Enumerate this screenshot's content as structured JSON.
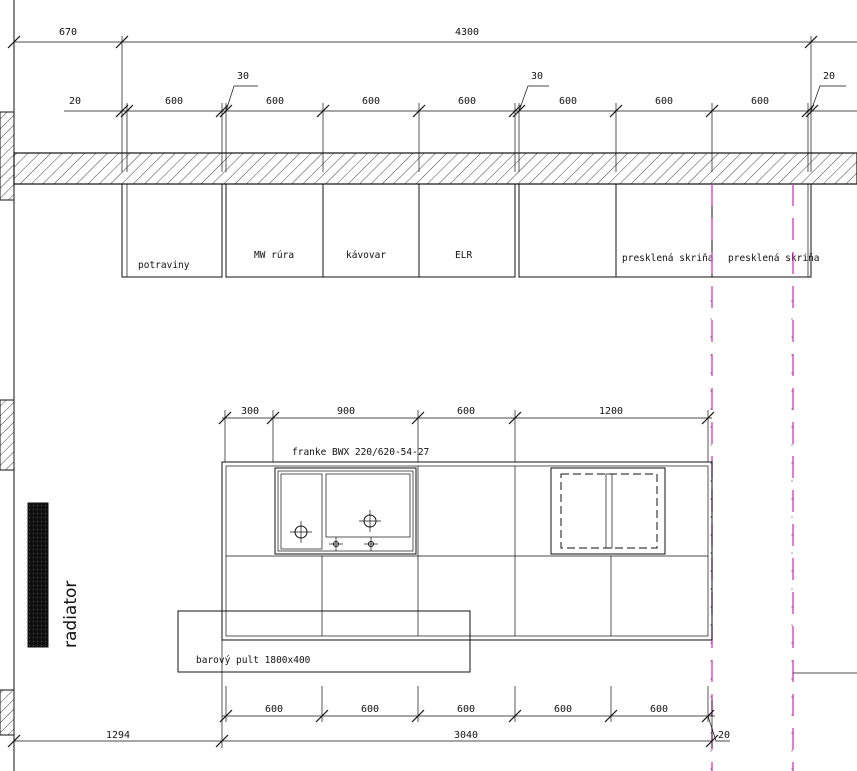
{
  "dimensions": {
    "top_overall": [
      "670",
      "4300"
    ],
    "top_modules": [
      "20",
      "600",
      "600",
      "600",
      "600",
      "600",
      "600",
      "600"
    ],
    "top_gaps": [
      "30",
      "30",
      "20"
    ],
    "island_top": [
      "300",
      "900",
      "600",
      "1200"
    ],
    "island_bottom": [
      "600",
      "600",
      "600",
      "600",
      "600"
    ],
    "bottom_overall": [
      "1294",
      "3040",
      "20"
    ]
  },
  "cabinet_labels": [
    "potraviny",
    "MW rúra",
    "kávovar",
    "ELR",
    "presklená skriňa",
    "presklená skriňa"
  ],
  "sink_label": "franke BWX 220/620-54-27",
  "bar_counter_label": "barový pult 1800x400",
  "radiator_label": "radiator",
  "colors": {
    "line": "#111111",
    "hatch": "#111111",
    "magenta_guide": "#d633c8",
    "radiator_fill": "#111111"
  }
}
